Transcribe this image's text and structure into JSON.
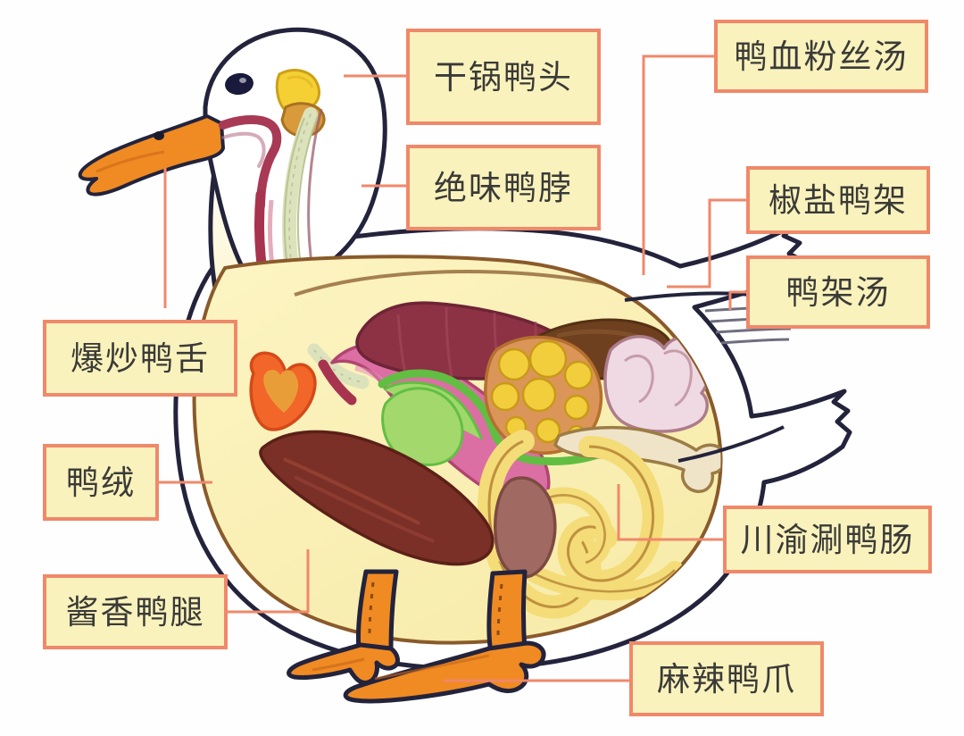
{
  "diagram": {
    "subject": "duck-anatomy-food-map",
    "colors": {
      "label_fill": "#FAF2BC",
      "label_border": "#F0886A",
      "label_text": "#3A3A38",
      "connector": "#F0886A",
      "background": "#FEFEFE",
      "body_fill": "#FAF0B6",
      "feather_white": "#FFFFFF",
      "beak_orange": "#F08A22",
      "foot_orange": "#F08A22",
      "outline": "#23233C",
      "liver_dark_red": "#8C3244",
      "muscle_brown": "#7A3026",
      "esophagus_pink": "#E0689C",
      "stomach_pink": "#DB6FA4",
      "intestine_yellow": "#F4DC78",
      "ovary_yellow": "#F2CE3C",
      "lung_pink": "#EFD9E2",
      "gallbladder_green": "#A8D66A",
      "heart_orange": "#F2662A",
      "spine_green": "#DCE2BC",
      "bone_cream": "#EFE4C8"
    },
    "labels": [
      {
        "id": "gan-guo-ya-tou",
        "text": "干锅鸭头",
        "part": "head"
      },
      {
        "id": "jue-wei-ya-bo",
        "text": "绝味鸭脖",
        "part": "neck"
      },
      {
        "id": "ya-xue-fen-si-tang",
        "text": "鸭血粉丝汤",
        "part": "blood"
      },
      {
        "id": "jiao-yan-ya-jia",
        "text": "椒盐鸭架",
        "part": "carcass"
      },
      {
        "id": "ya-jia-tang",
        "text": "鸭架汤",
        "part": "carcass-soup"
      },
      {
        "id": "bao-chao-ya-she",
        "text": "爆炒鸭舌",
        "part": "tongue"
      },
      {
        "id": "ya-rong",
        "text": "鸭绒",
        "part": "down-feather"
      },
      {
        "id": "jiang-xiang-ya-tui",
        "text": "酱香鸭腿",
        "part": "leg"
      },
      {
        "id": "chuan-yu-shuan-ya-chang",
        "text": "川渝涮鸭肠",
        "part": "intestine"
      },
      {
        "id": "ma-la-ya-zhua",
        "text": "麻辣鸭爪",
        "part": "foot"
      }
    ],
    "organs": [
      {
        "id": "brain",
        "name": "brain"
      },
      {
        "id": "eye",
        "name": "eye"
      },
      {
        "id": "beak",
        "name": "beak"
      },
      {
        "id": "tongue",
        "name": "tongue"
      },
      {
        "id": "trachea",
        "name": "trachea"
      },
      {
        "id": "spine",
        "name": "spine"
      },
      {
        "id": "esophagus",
        "name": "esophagus"
      },
      {
        "id": "heart",
        "name": "heart"
      },
      {
        "id": "liver",
        "name": "liver"
      },
      {
        "id": "stomach",
        "name": "stomach"
      },
      {
        "id": "gizzard",
        "name": "gizzard"
      },
      {
        "id": "ovary",
        "name": "ovary-egg-cluster"
      },
      {
        "id": "lung",
        "name": "lung"
      },
      {
        "id": "kidney",
        "name": "kidney"
      },
      {
        "id": "intestine",
        "name": "intestine"
      },
      {
        "id": "thigh-muscle",
        "name": "thigh-muscle"
      },
      {
        "id": "breast-muscle",
        "name": "breast-muscle"
      },
      {
        "id": "pelvis-bone",
        "name": "pelvis-bone"
      }
    ]
  }
}
